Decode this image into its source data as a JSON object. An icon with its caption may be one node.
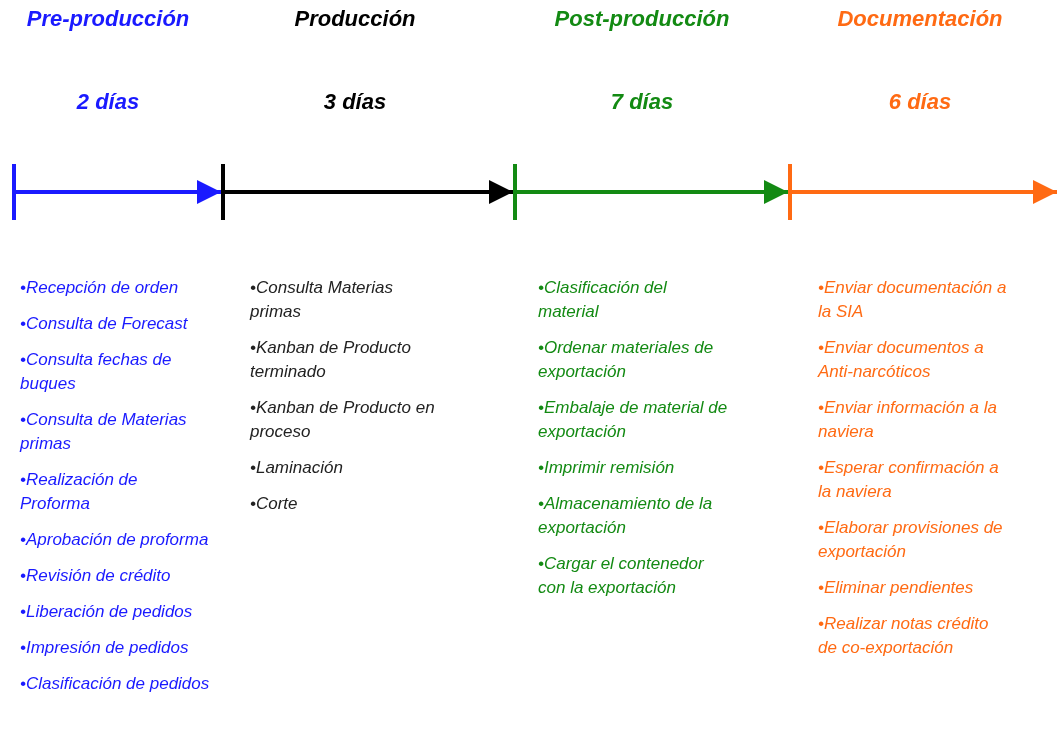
{
  "diagram": {
    "nodes": [
      {
        "text": [],
        "shape": "bar"
      },
      {
        "text": [],
        "shape": "bar"
      },
      {
        "text": [],
        "shape": "bar"
      },
      {
        "text": [],
        "shape": "bar"
      }
    ],
    "edges": [
      {
        "from": 0,
        "to": 1,
        "arrow": "to",
        "color": "#1a1aff"
      },
      {
        "from": 1,
        "to": 2,
        "arrow": "to",
        "color": "#000000"
      },
      {
        "from": 2,
        "to": 3,
        "arrow": "to",
        "color": "#138a13"
      },
      {
        "from": 3,
        "to": null,
        "arrow": "to",
        "color": "#ff6a13"
      }
    ],
    "labels": [
      "Pre-producción",
      "Producción",
      "Post-producción",
      "Documentación",
      "2 días",
      "3 días",
      "7 días",
      "6 días",
      "•Recepción de orden",
      "•Consulta de Forecast",
      "•Consulta fechas de buques",
      "•Consulta de Materias primas",
      "•Realización de Proforma",
      "•Aprobación de proforma",
      "•Revisión de crédito",
      "•Liberación de pedidos",
      "•Impresión de pedidos",
      "•Clasificación de pedidos",
      "•Consulta Materias primas",
      "•Kanban de Producto terminado",
      "•Kanban de Producto en proceso",
      "•Laminación",
      "•Corte",
      "•Clasificación del material",
      "•Ordenar materiales de exportación",
      "•Embalaje de material de exportación",
      "•Imprimir remisión",
      "•Almacenamiento de la exportación",
      "•Cargar el contenedor con la exportación",
      "•Enviar documentación a la SIA",
      "•Enviar documentos a Anti-narcóticos",
      "•Enviar información a la naviera",
      "•Esperar confirmación a la naviera",
      "•Elaborar provisiones de exportación",
      "•Eliminar pendientes",
      "•Realizar notas crédito de co-exportación"
    ]
  }
}
